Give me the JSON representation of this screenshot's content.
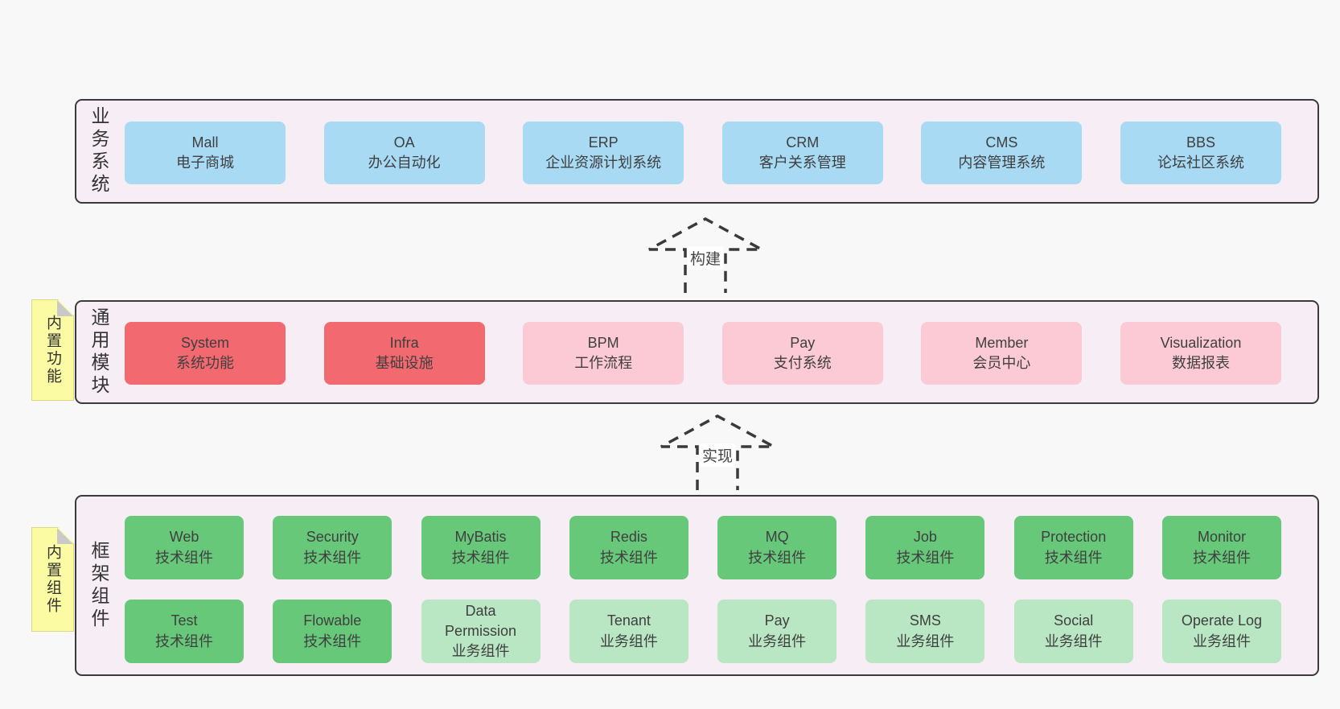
{
  "colors": {
    "page_bg": "#f8f8f8",
    "layer_bg": "#f7edf5",
    "layer_border": "#3b3b3b",
    "blue": "#a8daf4",
    "red": "#f2696f",
    "pink": "#fccad4",
    "green": "#68c87a",
    "green_light": "#b9e6c3",
    "sticky_yellow": "#fbfba3",
    "sticky_fold": "#c9c9c9"
  },
  "arrows": [
    {
      "label": "构建"
    },
    {
      "label": "实现"
    }
  ],
  "layers": [
    {
      "side_label": "业务系统",
      "boxes": [
        {
          "name": "Mall",
          "desc": "电子商城",
          "variant": "blue"
        },
        {
          "name": "OA",
          "desc": "办公自动化",
          "variant": "blue"
        },
        {
          "name": "ERP",
          "desc": "企业资源计划系统",
          "variant": "blue"
        },
        {
          "name": "CRM",
          "desc": "客户关系管理",
          "variant": "blue"
        },
        {
          "name": "CMS",
          "desc": "内容管理系统",
          "variant": "blue"
        },
        {
          "name": "BBS",
          "desc": "论坛社区系统",
          "variant": "blue"
        }
      ]
    },
    {
      "side_label": "通用模块",
      "sticky": "内置功能",
      "boxes": [
        {
          "name": "System",
          "desc": "系统功能",
          "variant": "red"
        },
        {
          "name": "Infra",
          "desc": "基础设施",
          "variant": "red"
        },
        {
          "name": "BPM",
          "desc": "工作流程",
          "variant": "pink"
        },
        {
          "name": "Pay",
          "desc": "支付系统",
          "variant": "pink"
        },
        {
          "name": "Member",
          "desc": "会员中心",
          "variant": "pink"
        },
        {
          "name": "Visualization",
          "desc": "数据报表",
          "variant": "pink"
        }
      ]
    },
    {
      "side_label": "框架组件",
      "sticky": "内置组件",
      "rows": [
        [
          {
            "name": "Web",
            "desc": "技术组件",
            "variant": "green"
          },
          {
            "name": "Security",
            "desc": "技术组件",
            "variant": "green"
          },
          {
            "name": "MyBatis",
            "desc": "技术组件",
            "variant": "green"
          },
          {
            "name": "Redis",
            "desc": "技术组件",
            "variant": "green"
          },
          {
            "name": "MQ",
            "desc": "技术组件",
            "variant": "green"
          },
          {
            "name": "Job",
            "desc": "技术组件",
            "variant": "green"
          },
          {
            "name": "Protection",
            "desc": "技术组件",
            "variant": "green"
          },
          {
            "name": "Monitor",
            "desc": "技术组件",
            "variant": "green"
          }
        ],
        [
          {
            "name": "Test",
            "desc": "技术组件",
            "variant": "green"
          },
          {
            "name": "Flowable",
            "desc": "技术组件",
            "variant": "green"
          },
          {
            "name": "Data Permission",
            "desc": "业务组件",
            "variant": "green-light"
          },
          {
            "name": "Tenant",
            "desc": "业务组件",
            "variant": "green-light"
          },
          {
            "name": "Pay",
            "desc": "业务组件",
            "variant": "green-light"
          },
          {
            "name": "SMS",
            "desc": "业务组件",
            "variant": "green-light"
          },
          {
            "name": "Social",
            "desc": "业务组件",
            "variant": "green-light"
          },
          {
            "name": "Operate Log",
            "desc": "业务组件",
            "variant": "green-light"
          }
        ]
      ]
    }
  ]
}
